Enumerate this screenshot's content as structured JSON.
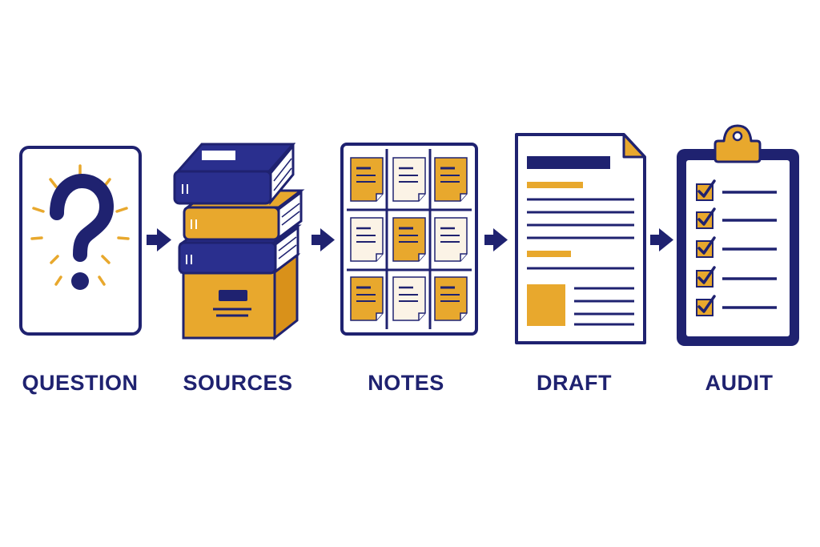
{
  "colors": {
    "navy": "#1f2270",
    "gold": "#e8a82d",
    "cream": "#fbf3e6",
    "white": "#ffffff"
  },
  "steps": [
    {
      "label": "QUESTION",
      "icon": "question-mark-icon"
    },
    {
      "label": "SOURCES",
      "icon": "book-stack-icon"
    },
    {
      "label": "NOTES",
      "icon": "sticky-notes-grid-icon"
    },
    {
      "label": "DRAFT",
      "icon": "document-icon"
    },
    {
      "label": "AUDIT",
      "icon": "clipboard-checklist-icon"
    }
  ],
  "connector_icon": "arrow-right-icon"
}
